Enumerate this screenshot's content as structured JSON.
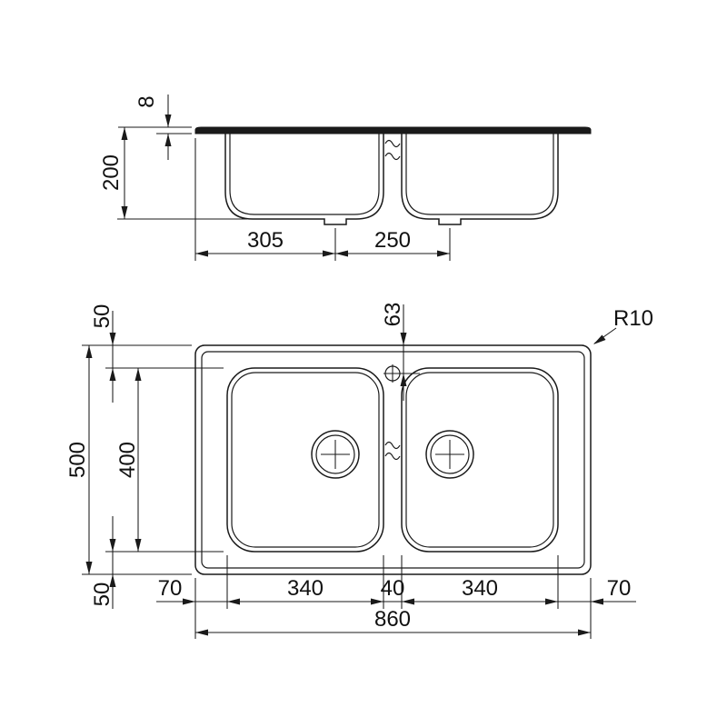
{
  "colors": {
    "background": "#ffffff",
    "line": "#1a1a1a",
    "text": "#111111"
  },
  "section_view": {
    "labels": {
      "rim_thickness": "8",
      "depth": "200",
      "left_drain_offset": "305",
      "drain_spacing": "250"
    }
  },
  "plan_view": {
    "labels": {
      "top_margin": "50",
      "tap_offset": "63",
      "corner_radius": "R10",
      "overall_depth": "500",
      "bowl_length": "400",
      "bottom_margin": "50",
      "left_margin": "70",
      "left_bowl_width": "340",
      "divider_width": "40",
      "right_bowl_width": "340",
      "right_margin": "70",
      "overall_width": "860"
    }
  }
}
